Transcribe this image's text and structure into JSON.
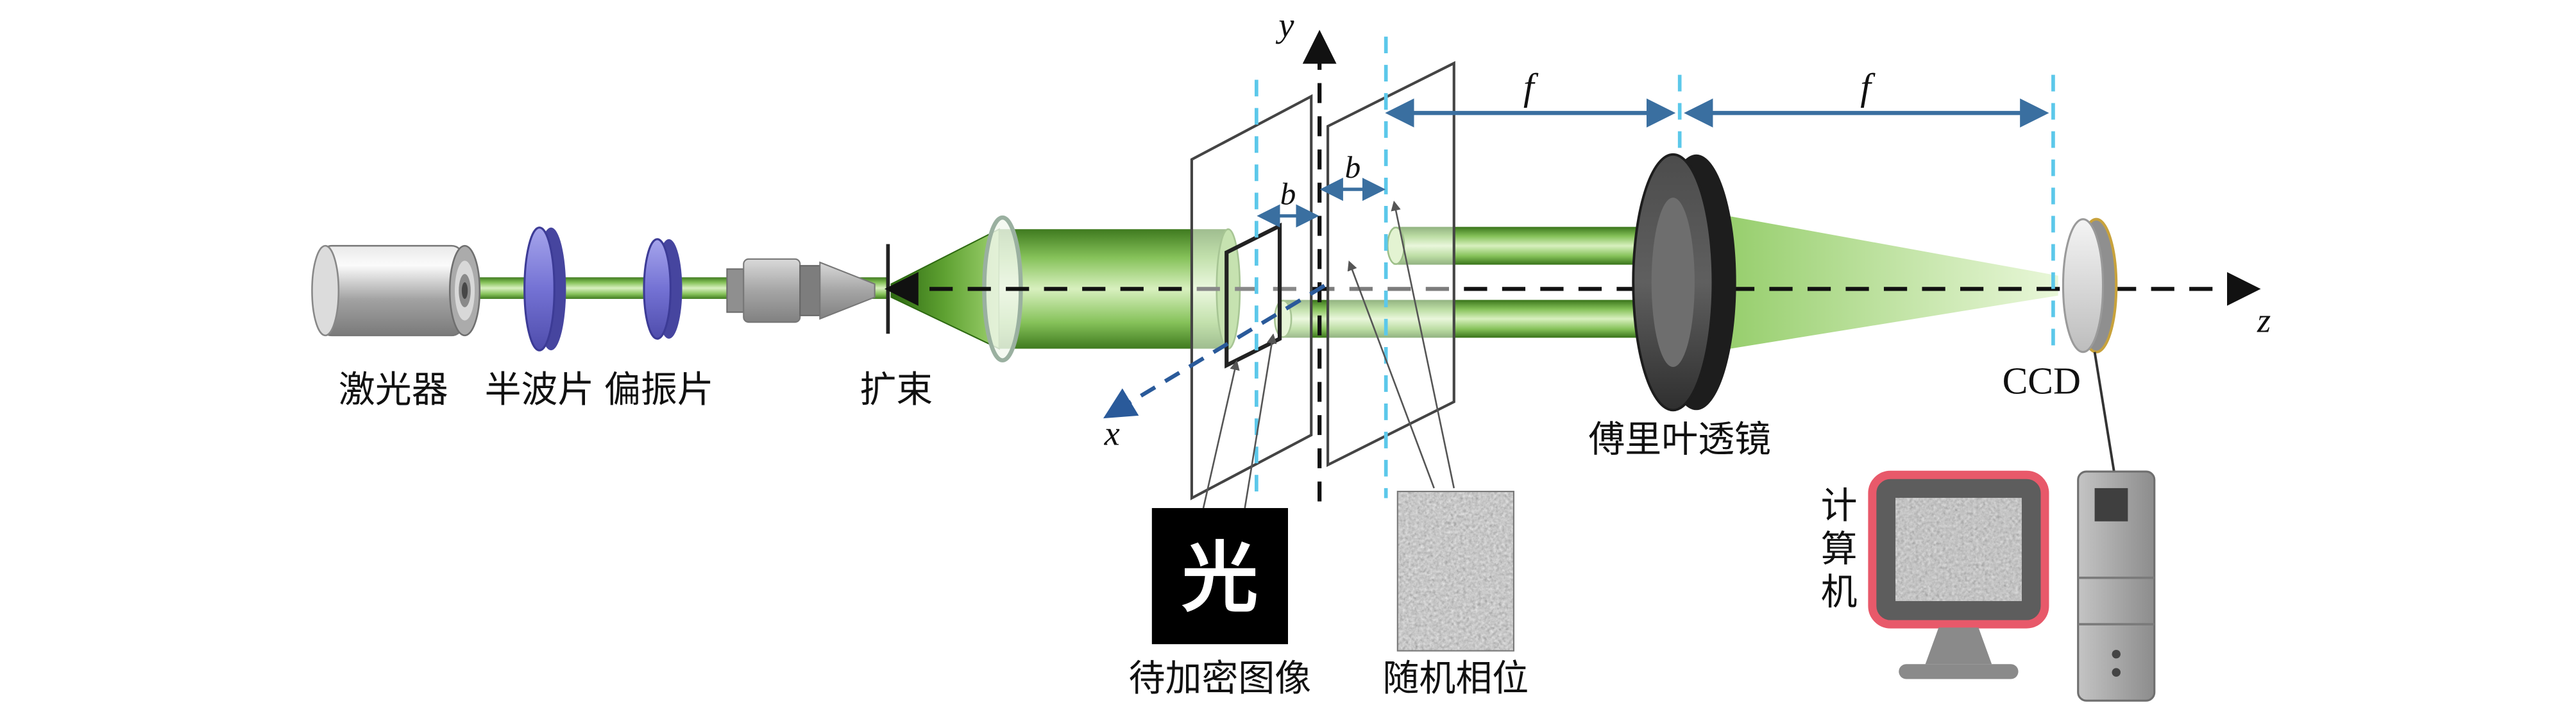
{
  "diagram": {
    "components": {
      "laser": "激光器",
      "half_wave_plate": "半波片",
      "polarizer": "偏振片",
      "beam_expander": "扩束",
      "fourier_lens": "傅里叶透镜",
      "ccd": "CCD",
      "computer_chars": [
        "计",
        "算",
        "机"
      ],
      "image_to_encrypt_label": "待加密图像",
      "random_phase_label": "随机相位",
      "encrypted_glyph": "光"
    },
    "axes": {
      "x": "x",
      "y": "y",
      "z": "z"
    },
    "distances": {
      "f_left": "f",
      "f_right": "f",
      "b_left": "b",
      "b_right": "b"
    },
    "colors": {
      "beam_green": "#6fae3c",
      "plate_blue": "#7472d4",
      "guide_cyan": "#5cc8ea",
      "dimension_blue": "#3a6fa0",
      "axis_black": "#111111",
      "x_axis_blue": "#2a5a9a",
      "monitor_frame_pink": "#e8596a"
    }
  }
}
